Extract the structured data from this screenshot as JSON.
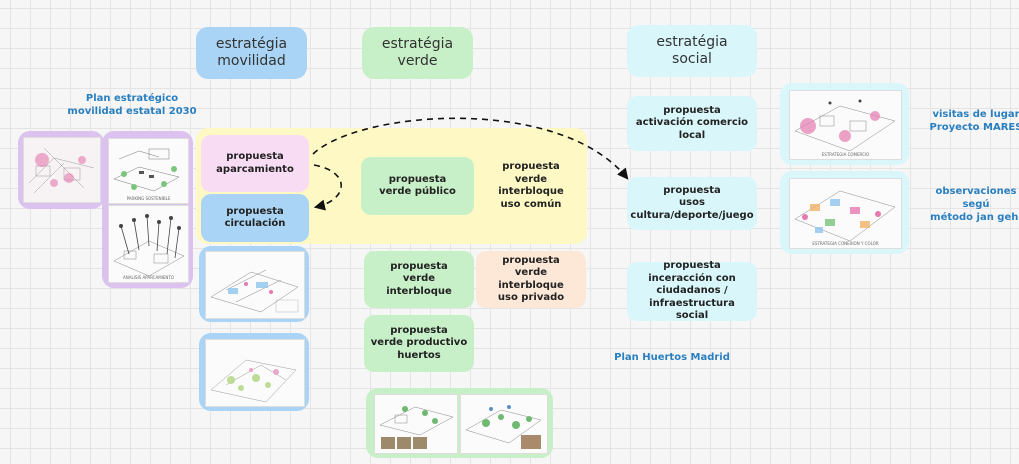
{
  "headers": {
    "movilidad": "estratégia\nmovilidad",
    "verde": "estratégia\nverde",
    "social": "estratégia\nsocial"
  },
  "movilidad": {
    "aparcamiento": "propuesta\naparcamiento",
    "circulacion": "propuesta\ncirculación"
  },
  "verde": {
    "publico": "propuesta\nverde público",
    "interbloque_comun": "propuesta\nverde interbloque\nuso común",
    "interbloque": "propuesta\nverde interbloque",
    "interbloque_privado": "propuesta\nverde interbloque\nuso privado",
    "productivo": "propuesta\nverde productivo\nhuertos"
  },
  "social": {
    "comercio": "propuesta\nactivación comercio\nlocal",
    "usos": "propuesta\nusos\ncultura/deporte/juego",
    "interaccion": "propuesta\ninceracción con\nciudadanos /\ninfraestructura social"
  },
  "annotations": {
    "plan_movilidad": "Plan estratégico\nmovilidad estatal 2030",
    "plan_huertos": "Plan Huertos Madrid",
    "visitas": "visitas de lugar\nProyecto MARES",
    "observaciones": "observaciones segú\nmétodo jan gehl"
  },
  "thumb_labels": {
    "parking_sostenible": "PARKING SOSTENIBLE",
    "analisis_aparcamiento": "ANALISIS APARCAMIENTO",
    "estrategia_comercio": "ESTRATEGIA COMERCIO",
    "estrategia_conexion": "ESTRATEGIA CONEXION Y COLOR"
  },
  "colors": {
    "blue_card": "#a9d4f5",
    "green_card": "#c8f0c8",
    "cyan_card": "#d9f7fb",
    "pink_card": "#f8dcf3",
    "peach_card": "#fde8d8",
    "yellow_region": "#fdf8c4",
    "lilac_frame": "#dcc2ee",
    "annotation_blue": "#2a7fc0"
  }
}
